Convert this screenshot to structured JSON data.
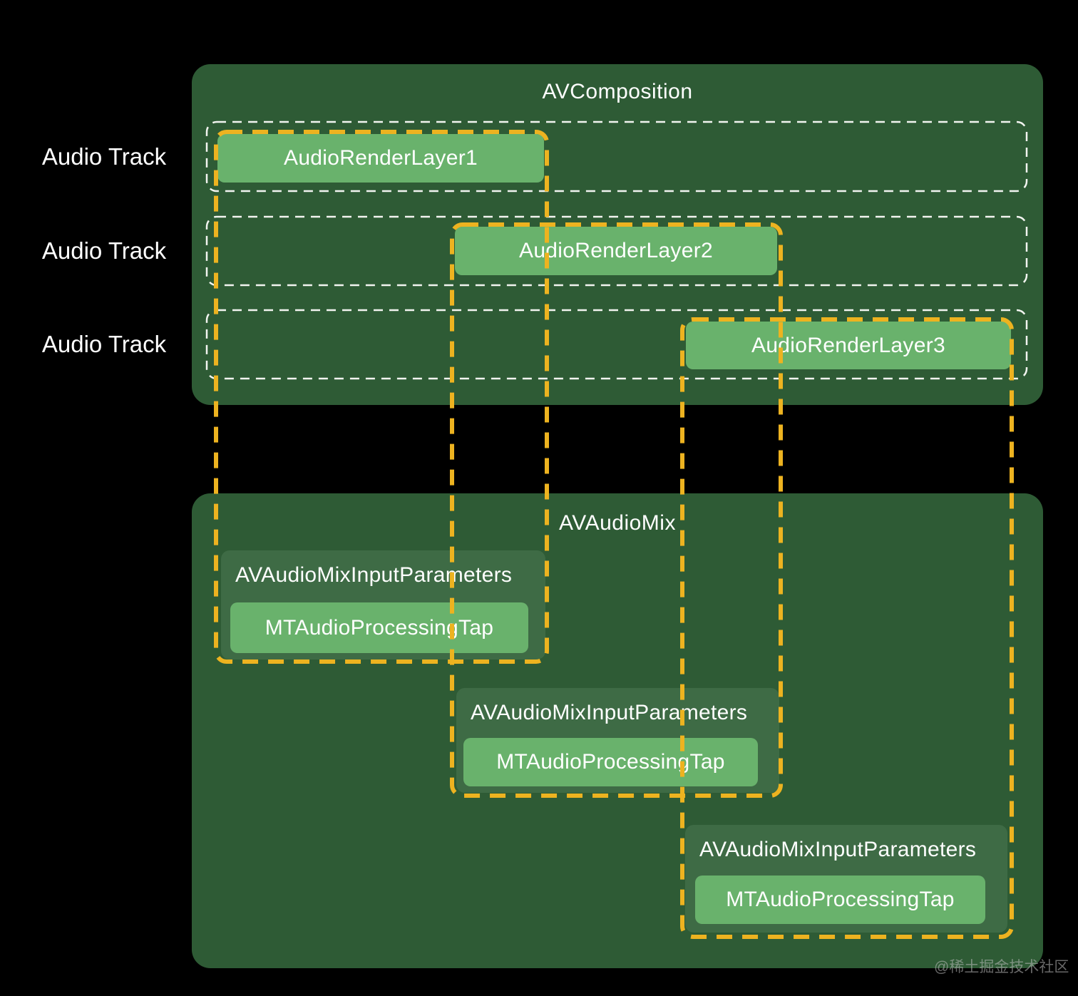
{
  "colors": {
    "background": "#000000",
    "container_green": "#2E5B35",
    "params_box_green": "#3E6B45",
    "bright_box_green": "#69B26C",
    "connector_yellow": "#EDB320",
    "track_dash_white": "#F2F4F0",
    "text_white": "#FFFFFF"
  },
  "composition": {
    "title": "AVComposition",
    "tracks": [
      {
        "label": "Audio Track",
        "layer_name": "AudioRenderLayer1"
      },
      {
        "label": "Audio Track",
        "layer_name": "AudioRenderLayer2"
      },
      {
        "label": "Audio Track",
        "layer_name": "AudioRenderLayer3"
      }
    ]
  },
  "audio_mix": {
    "title": "AVAudioMix",
    "input_parameters": [
      {
        "title": "AVAudioMixInputParameters",
        "tap_name": "MTAudioProcessingTap"
      },
      {
        "title": "AVAudioMixInputParameters",
        "tap_name": "MTAudioProcessingTap"
      },
      {
        "title": "AVAudioMixInputParameters",
        "tap_name": "MTAudioProcessingTap"
      }
    ]
  },
  "watermark": {
    "text": "@稀土掘金技术社区"
  }
}
